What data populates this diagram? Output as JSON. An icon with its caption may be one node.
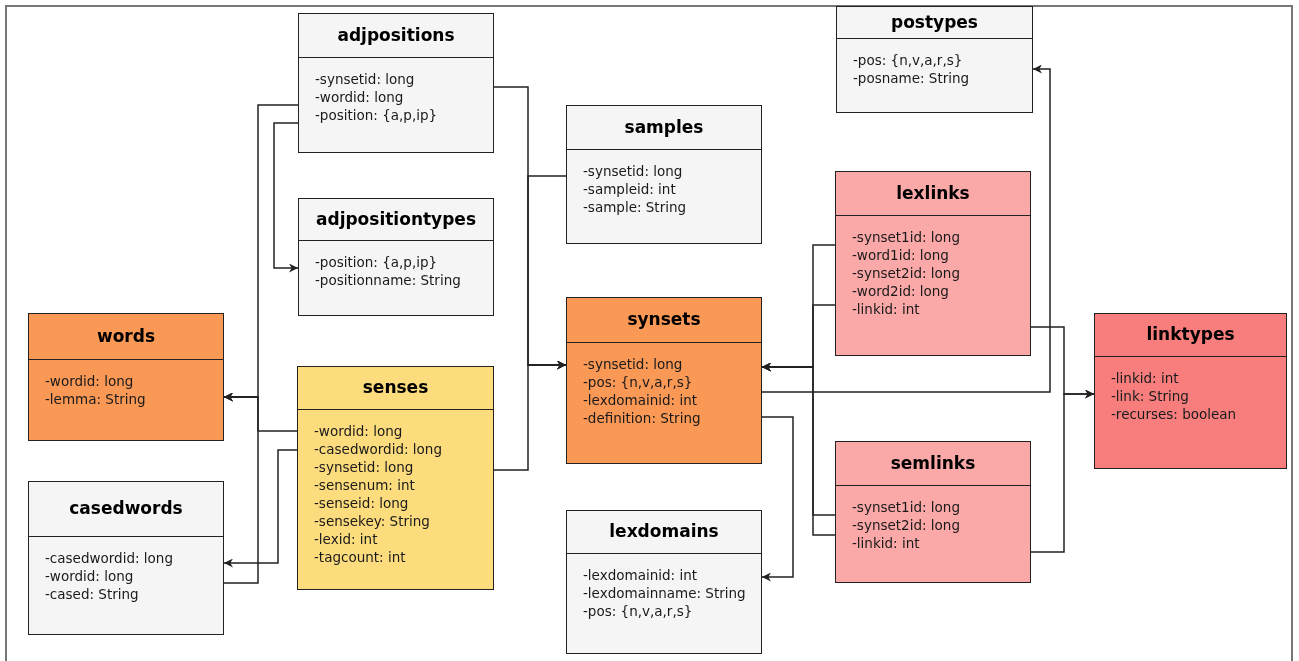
{
  "diagram": {
    "nodes": [
      {
        "text": [
          "adjpositions",
          "-synsetid: long",
          "-wordid: long",
          "-position: {a,p,ip}"
        ]
      },
      {
        "text": [
          "adjpositiontypes",
          "-position: {a,p,ip}",
          "-positionname: String"
        ]
      },
      {
        "text": [
          "words",
          "-wordid: long",
          "-lemma: String"
        ]
      },
      {
        "text": [
          "senses",
          "-wordid: long",
          "-casedwordid: long",
          "-synsetid: long",
          "-sensenum: int",
          "-senseid: long",
          "-sensekey: String",
          "-lexid: int",
          "-tagcount: int"
        ]
      },
      {
        "text": [
          "casedwords",
          "-casedwordid: long",
          "-wordid: long",
          "-cased: String"
        ]
      },
      {
        "text": [
          "samples",
          "-synsetid: long",
          "-sampleid: int",
          "-sample: String"
        ]
      },
      {
        "text": [
          "synsets",
          "-synsetid: long",
          "-pos: {n,v,a,r,s}",
          "-lexdomainid: int",
          "-definition: String"
        ]
      },
      {
        "text": [
          "lexdomains",
          "-lexdomainid: int",
          "-lexdomainname: String",
          "-pos: {n,v,a,r,s}"
        ]
      },
      {
        "text": [
          "postypes",
          "-pos: {n,v,a,r,s}",
          "-posname: String"
        ]
      },
      {
        "text": [
          "lexlinks",
          "-synset1id: long",
          "-word1id: long",
          "-synset2id: long",
          "-word2id: long",
          "-linkid: int"
        ]
      },
      {
        "text": [
          "semlinks",
          "-synset1id: long",
          "-synset2id: long",
          "-linkid: int"
        ]
      },
      {
        "text": [
          "linktypes",
          "-linkid: int",
          "-link: String",
          "-recurses: boolean"
        ]
      }
    ],
    "edges": [
      {
        "from": 0,
        "to": 2,
        "arrow": "to"
      },
      {
        "from": 0,
        "to": 1,
        "arrow": "to"
      },
      {
        "from": 3,
        "to": 2,
        "arrow": "to"
      },
      {
        "from": 4,
        "to": 2,
        "arrow": "to"
      },
      {
        "from": 3,
        "to": 4,
        "arrow": "to"
      },
      {
        "from": 0,
        "to": 6,
        "arrow": "to"
      },
      {
        "from": 5,
        "to": 6,
        "arrow": "to"
      },
      {
        "from": 3,
        "to": 6,
        "arrow": "to"
      },
      {
        "from": 9,
        "to": 6,
        "arrow": "to"
      },
      {
        "from": 9,
        "to": 6,
        "arrow": "to"
      },
      {
        "from": 10,
        "to": 6,
        "arrow": "to"
      },
      {
        "from": 10,
        "to": 6,
        "arrow": "to"
      },
      {
        "from": 6,
        "to": 8,
        "arrow": "to"
      },
      {
        "from": 6,
        "to": 7,
        "arrow": "to"
      },
      {
        "from": 9,
        "to": 11,
        "arrow": "to"
      },
      {
        "from": 10,
        "to": 11,
        "arrow": "to"
      }
    ]
  }
}
